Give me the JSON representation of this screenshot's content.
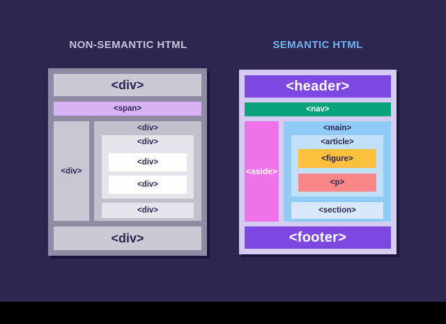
{
  "left_panel": {
    "title": "NON-SEMANTIC HTML",
    "header_label": "<div>",
    "span_label": "<span>",
    "sidebar_label": "<div>",
    "column_label": "<div>",
    "group_label": "<div>",
    "item1_label": "<div>",
    "item2_label": "<div>",
    "bottom_label": "<div>",
    "footer_label": "<div>"
  },
  "right_panel": {
    "title": "SEMANTIC HTML",
    "header_label": "<header>",
    "nav_label": "<nav>",
    "aside_label": "<aside>",
    "main_label": "<main>",
    "article_label": "<article>",
    "figure_label": "<figure>",
    "p_label": "<p>",
    "section_label": "<section>",
    "footer_label": "<footer>"
  },
  "colors": {
    "canvas_background": "#2d2651",
    "letterbox": "#000000",
    "left_title_text": "#c6c4d9",
    "right_title_text": "#6fb3ed",
    "nonsemantic_frame": "#8e8ba3",
    "nonsemantic_block": "#cbc9d6",
    "nonsemantic_span": "#d9b2f4",
    "nonsemantic_column": "#c2c0cd",
    "nonsemantic_group": "#e6e5ec",
    "nonsemantic_item": "#ffffff",
    "semantic_frame": "#d5cdf1",
    "header_footer": "#7c48e1",
    "nav": "#0aa37e",
    "aside": "#f173e9",
    "main": "#8fcbf4",
    "article": "#c3e0fa",
    "figure": "#fbbe3d",
    "p": "#fa8787",
    "section": "#d9e9fb",
    "dark_label_text": "#2b2553",
    "light_label_text": "#ffffff"
  }
}
